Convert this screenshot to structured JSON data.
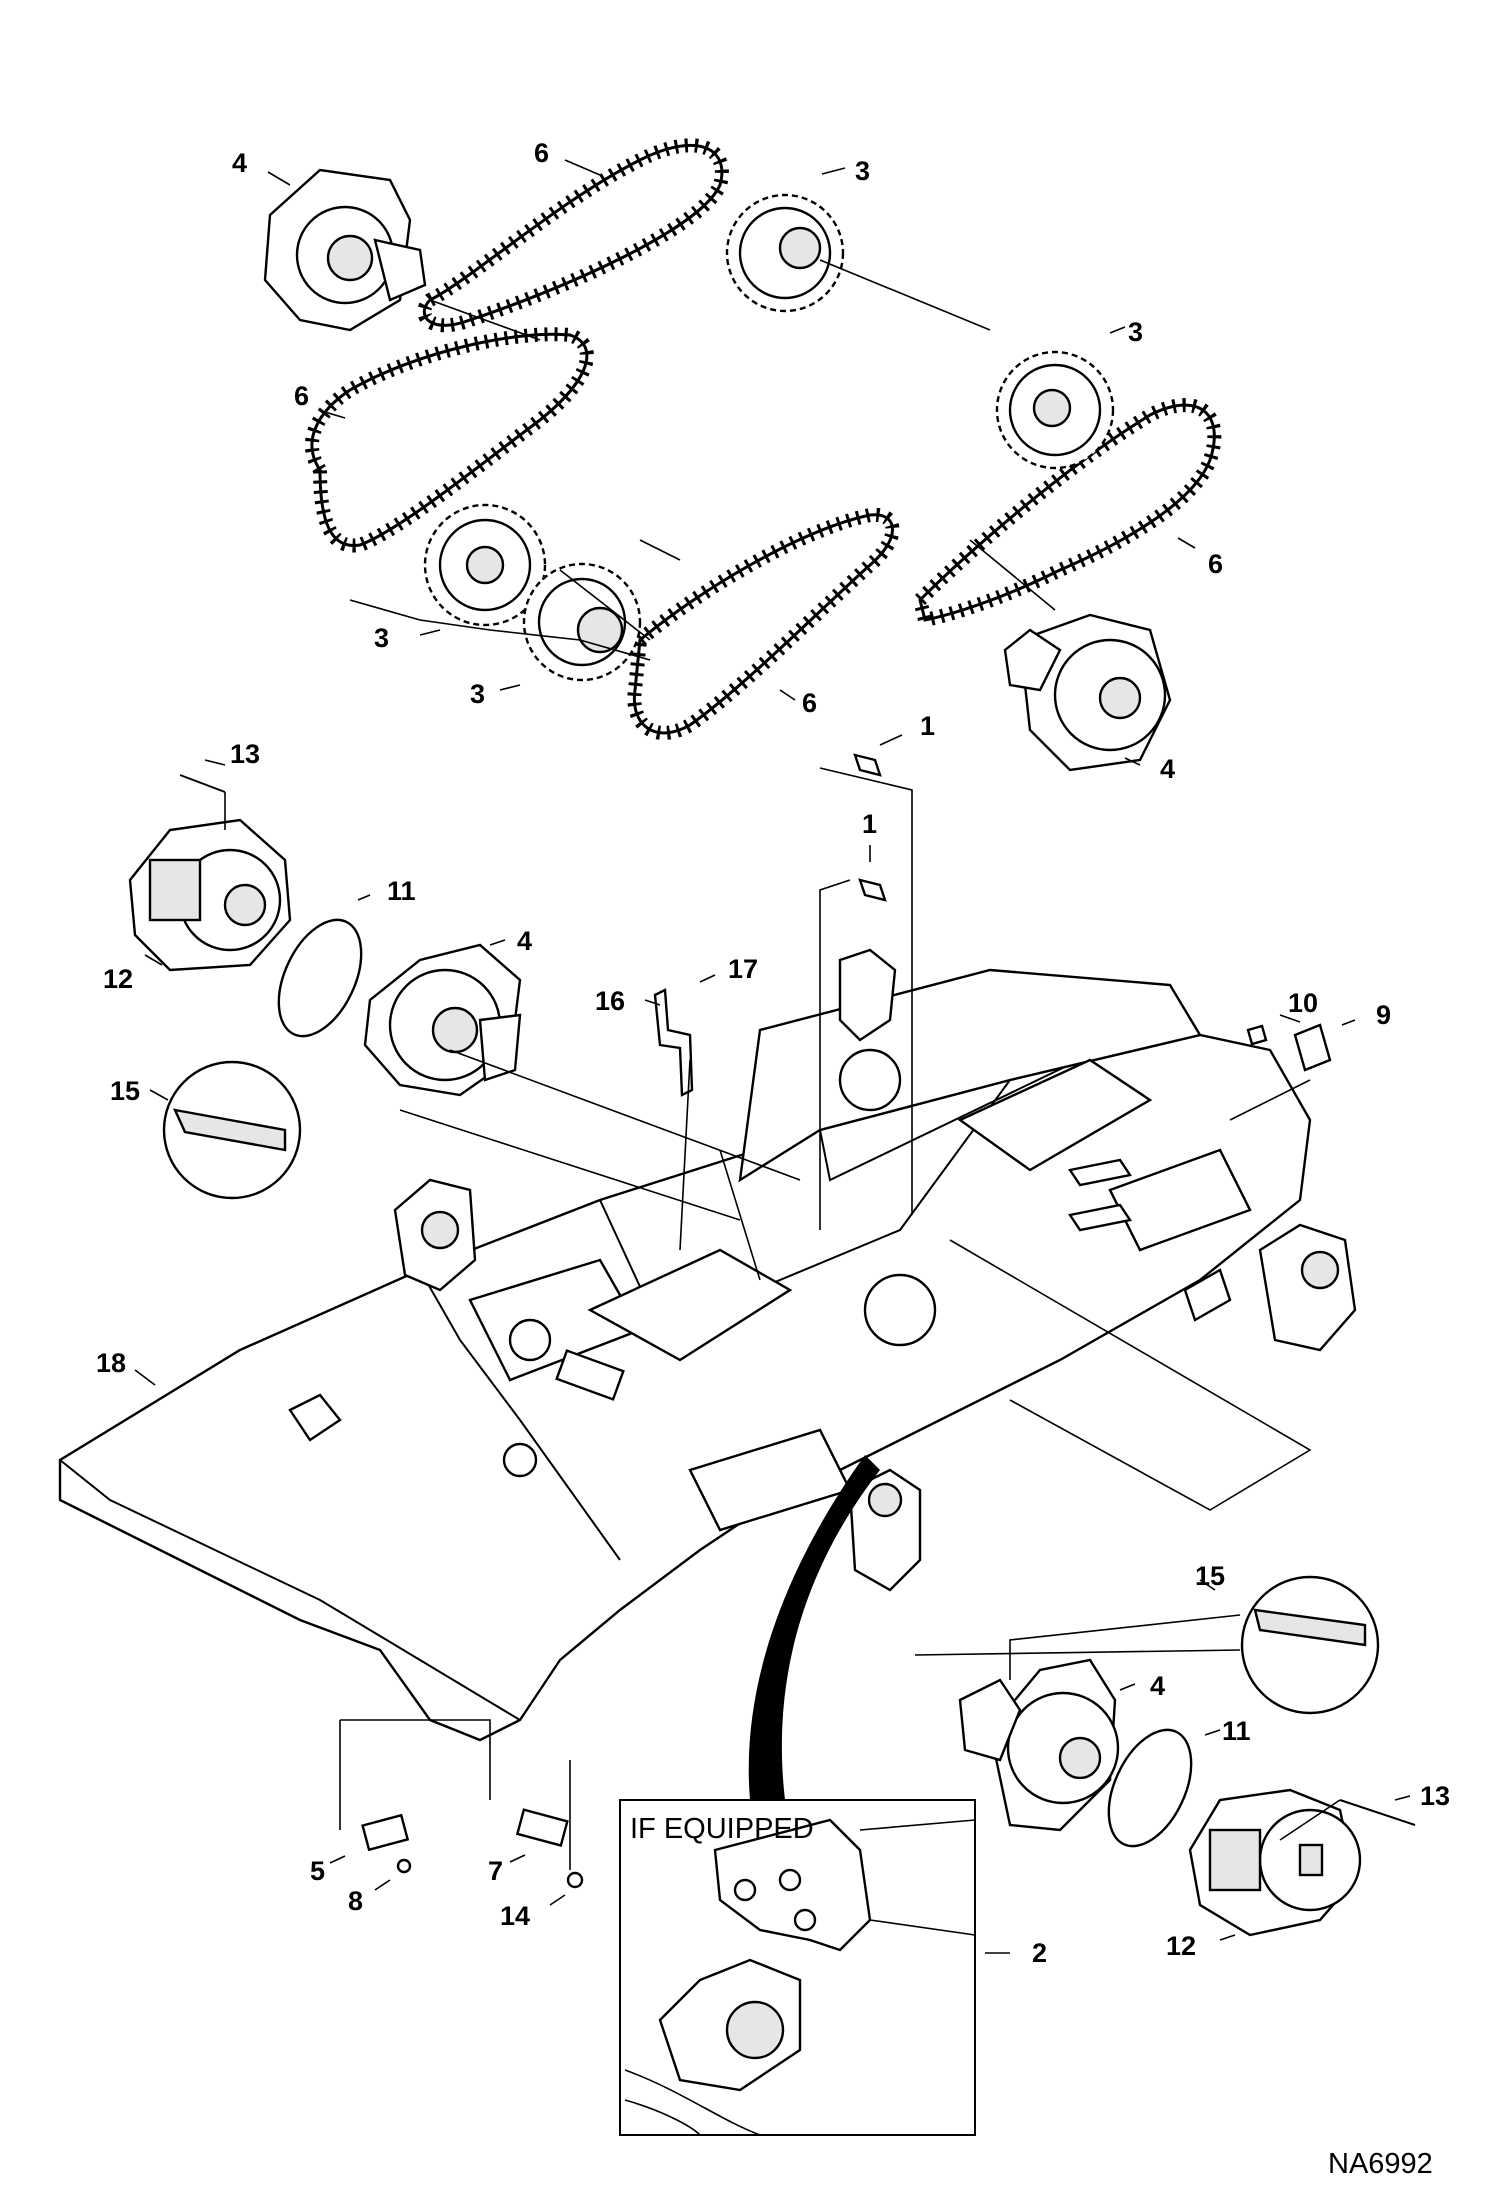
{
  "diagram": {
    "drawing_code": "NA6992",
    "inset_label": "IF EQUIPPED",
    "callouts": [
      {
        "id": "c4a",
        "text": "4"
      },
      {
        "id": "c6a",
        "text": "6"
      },
      {
        "id": "c3a",
        "text": "3"
      },
      {
        "id": "c3b",
        "text": "3"
      },
      {
        "id": "c6b",
        "text": "6"
      },
      {
        "id": "c6c",
        "text": "6"
      },
      {
        "id": "c3c",
        "text": "3"
      },
      {
        "id": "c3d",
        "text": "3"
      },
      {
        "id": "c6d",
        "text": "6"
      },
      {
        "id": "c1a",
        "text": "1"
      },
      {
        "id": "c4b",
        "text": "4"
      },
      {
        "id": "c13a",
        "text": "13"
      },
      {
        "id": "c1b",
        "text": "1"
      },
      {
        "id": "c11a",
        "text": "11"
      },
      {
        "id": "c4c",
        "text": "4"
      },
      {
        "id": "c12a",
        "text": "12"
      },
      {
        "id": "c17",
        "text": "17"
      },
      {
        "id": "c16",
        "text": "16"
      },
      {
        "id": "c10",
        "text": "10"
      },
      {
        "id": "c9",
        "text": "9"
      },
      {
        "id": "c15a",
        "text": "15"
      },
      {
        "id": "c18",
        "text": "18"
      },
      {
        "id": "c15b",
        "text": "15"
      },
      {
        "id": "c4d",
        "text": "4"
      },
      {
        "id": "c11b",
        "text": "11"
      },
      {
        "id": "c13b",
        "text": "13"
      },
      {
        "id": "c5",
        "text": "5"
      },
      {
        "id": "c8",
        "text": "8"
      },
      {
        "id": "c7",
        "text": "7"
      },
      {
        "id": "c14",
        "text": "14"
      },
      {
        "id": "c2",
        "text": "2"
      },
      {
        "id": "c12b",
        "text": "12"
      }
    ]
  }
}
